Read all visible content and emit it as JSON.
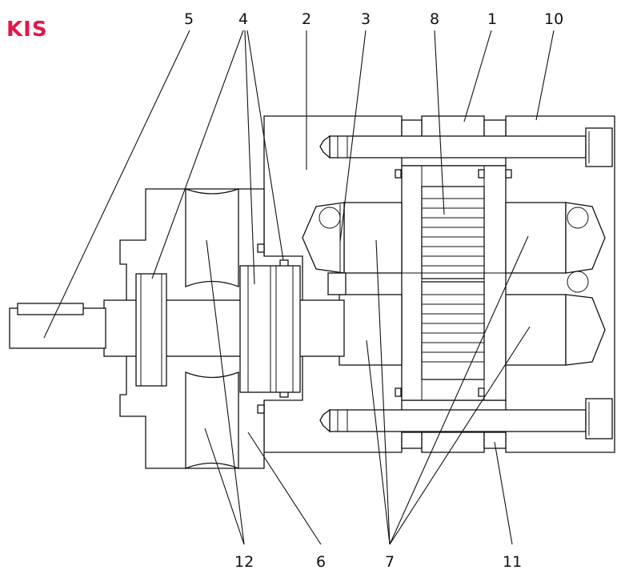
{
  "brand": {
    "logo_text": "KIS",
    "logo_color": "#e0184a"
  },
  "callouts": {
    "top": [
      "5",
      "4",
      "2",
      "3",
      "8",
      "1",
      "10"
    ],
    "bottom": [
      "12",
      "6",
      "7",
      "11"
    ]
  }
}
